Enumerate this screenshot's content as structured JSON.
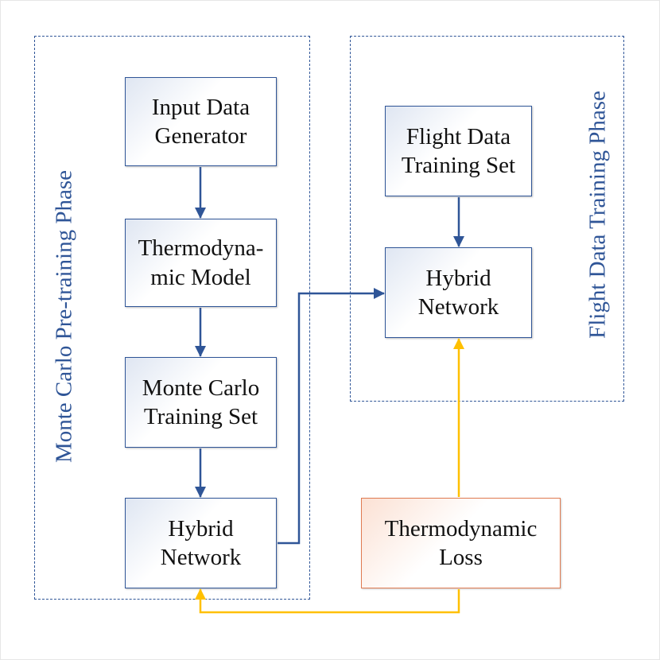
{
  "phases": {
    "pretraining": {
      "label": "Monte Carlo Pre-training Phase"
    },
    "flight": {
      "label": "Flight Data Training Phase"
    }
  },
  "boxes": {
    "input_generator": "Input Data\nGenerator",
    "thermo_model": "Thermodyna-\nmic Model",
    "mc_training_set": "Monte Carlo\nTraining Set",
    "hybrid_left": "Hybrid\nNetwork",
    "flight_training_set": "Flight Data\nTraining Set",
    "hybrid_right": "Hybrid\nNetwork",
    "thermo_loss": "Thermodynamic\nLoss"
  },
  "colors": {
    "blue": "#2f5597",
    "orange": "#e07b52",
    "yellow": "#ffc000"
  }
}
